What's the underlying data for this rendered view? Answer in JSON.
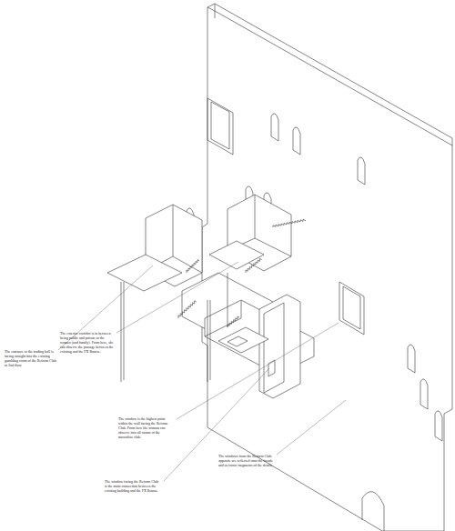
{
  "diagram": {
    "labels": [
      "The entrance to the trading hall is facing straight into the existing gambling room of the Reform Club at 2nd floor",
      "The exterior corridor is in between being public and private to the women (and family). From here, she can observe the passage between the existing and the FX Bourse.",
      "The window is the highest point within the wall facing the Reform Club. From here the woman can observe into all rooms of the masculine club.",
      "The window facing the Reform Club is the main connection between the existing building and the FX Bourse.",
      "The windows from the Reform Club opposite are reflected onto the facade and as ironic fragments of the details"
    ]
  }
}
